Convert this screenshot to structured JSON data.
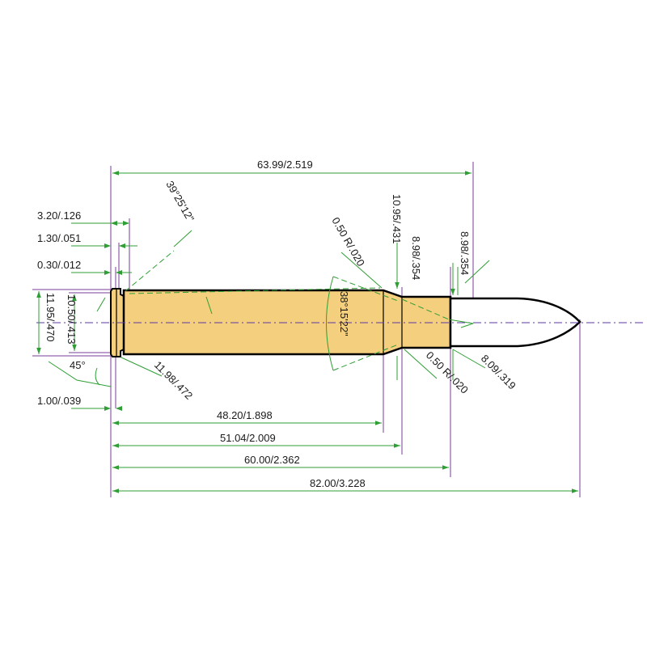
{
  "colors": {
    "case_fill": "#f4cf7e",
    "bullet_fill": "#ffffff",
    "dimension_line": "#2f9e35",
    "extension_line": "#7a3d9a",
    "outline": "#000000"
  },
  "dimensions": {
    "overall_length": "82.00/3.228",
    "case_length": "60.00/2.362",
    "neck_start": "51.04/2.009",
    "shoulder_start": "48.20/1.898",
    "rim_to_ogive": "63.99/2.519",
    "rim_thickness": "1.30/.051",
    "rim_chamfer": "0.30/.012",
    "groove_width": "3.20/.126",
    "rim_bevel_depth": "1.00/.039",
    "rim_bevel_angle": "45°",
    "rim_diameter": "11.95/.470",
    "groove_diameter": "10.50/.413",
    "base_diameter": "11.98/.472",
    "extractor_angle": "39°25'12\"",
    "shoulder_diameter": "10.95/.431",
    "shoulder_radius": "0.50 R/.020",
    "neck_radius": "0.50 R/.020",
    "neck_diameter": "8.98/.354",
    "neck_diameter_mouth": "8.98/.354",
    "bullet_diameter": "8.09/.319",
    "shoulder_angle": "38°15'22\""
  }
}
